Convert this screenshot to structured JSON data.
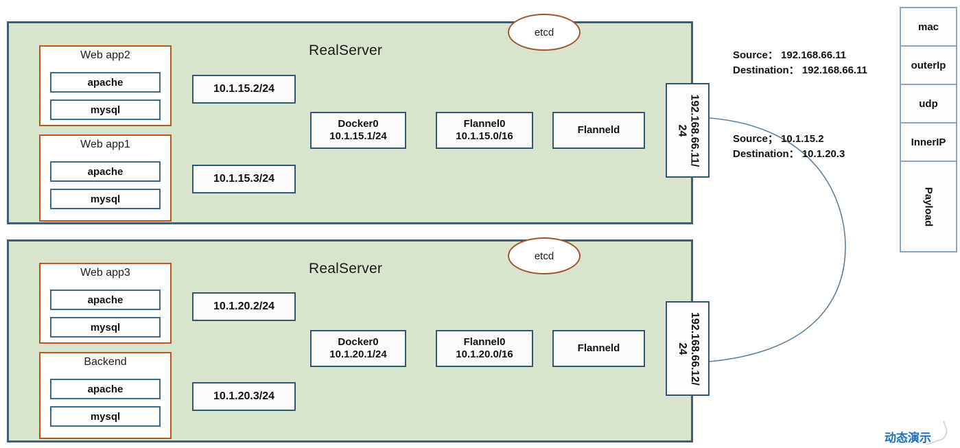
{
  "servers": [
    {
      "title": "RealServer",
      "apps": [
        {
          "name": "Web app2",
          "services": [
            "apache",
            "mysql"
          ]
        },
        {
          "name": "Web app1",
          "services": [
            "apache",
            "mysql"
          ]
        }
      ],
      "ips": [
        "10.1.15.2/24",
        "10.1.15.3/24"
      ],
      "docker": {
        "name": "Docker0",
        "cidr": "10.1.15.1/24"
      },
      "flannel0": {
        "name": "Flannel0",
        "cidr": "10.1.15.0/16"
      },
      "flanneld": {
        "name": "Flanneld"
      },
      "etcd": {
        "label": "etcd"
      },
      "host_ip": {
        "line1": "192.168.66.11/",
        "line2": "24"
      }
    },
    {
      "title": "RealServer",
      "apps": [
        {
          "name": "Web app3",
          "services": [
            "apache",
            "mysql"
          ]
        },
        {
          "name": "Backend",
          "services": [
            "apache",
            "mysql"
          ]
        }
      ],
      "ips": [
        "10.1.20.2/24",
        "10.1.20.3/24"
      ],
      "docker": {
        "name": "Docker0",
        "cidr": "10.1.20.1/24"
      },
      "flannel0": {
        "name": "Flannel0",
        "cidr": "10.1.20.0/16"
      },
      "flanneld": {
        "name": "Flanneld"
      },
      "etcd": {
        "label": "etcd"
      },
      "host_ip": {
        "line1": "192.168.66.12/",
        "line2": "24"
      }
    }
  ],
  "annotations": {
    "outer": {
      "source": "Source： 192.168.66.11",
      "destination": "Destination： 192.168.66.11"
    },
    "inner": {
      "source": "Source； 10.1.15.2",
      "destination": "Destination： 10.1.20.3"
    }
  },
  "packet_stack": {
    "cells": [
      "mac",
      "outerIp",
      "udp",
      "InnerIP",
      "Payload"
    ]
  },
  "watermark": {
    "text": "动态演示"
  },
  "colors": {
    "panel_fill": "#d8e4cb",
    "panel_border": "#3f5e78",
    "app_border": "#c1551d",
    "node_border": "#2e5874",
    "etcd_border": "#a4542a",
    "wire": "#5b7f9b",
    "stack_border": "#8aa6c2",
    "watermark": "#1a6fba"
  }
}
